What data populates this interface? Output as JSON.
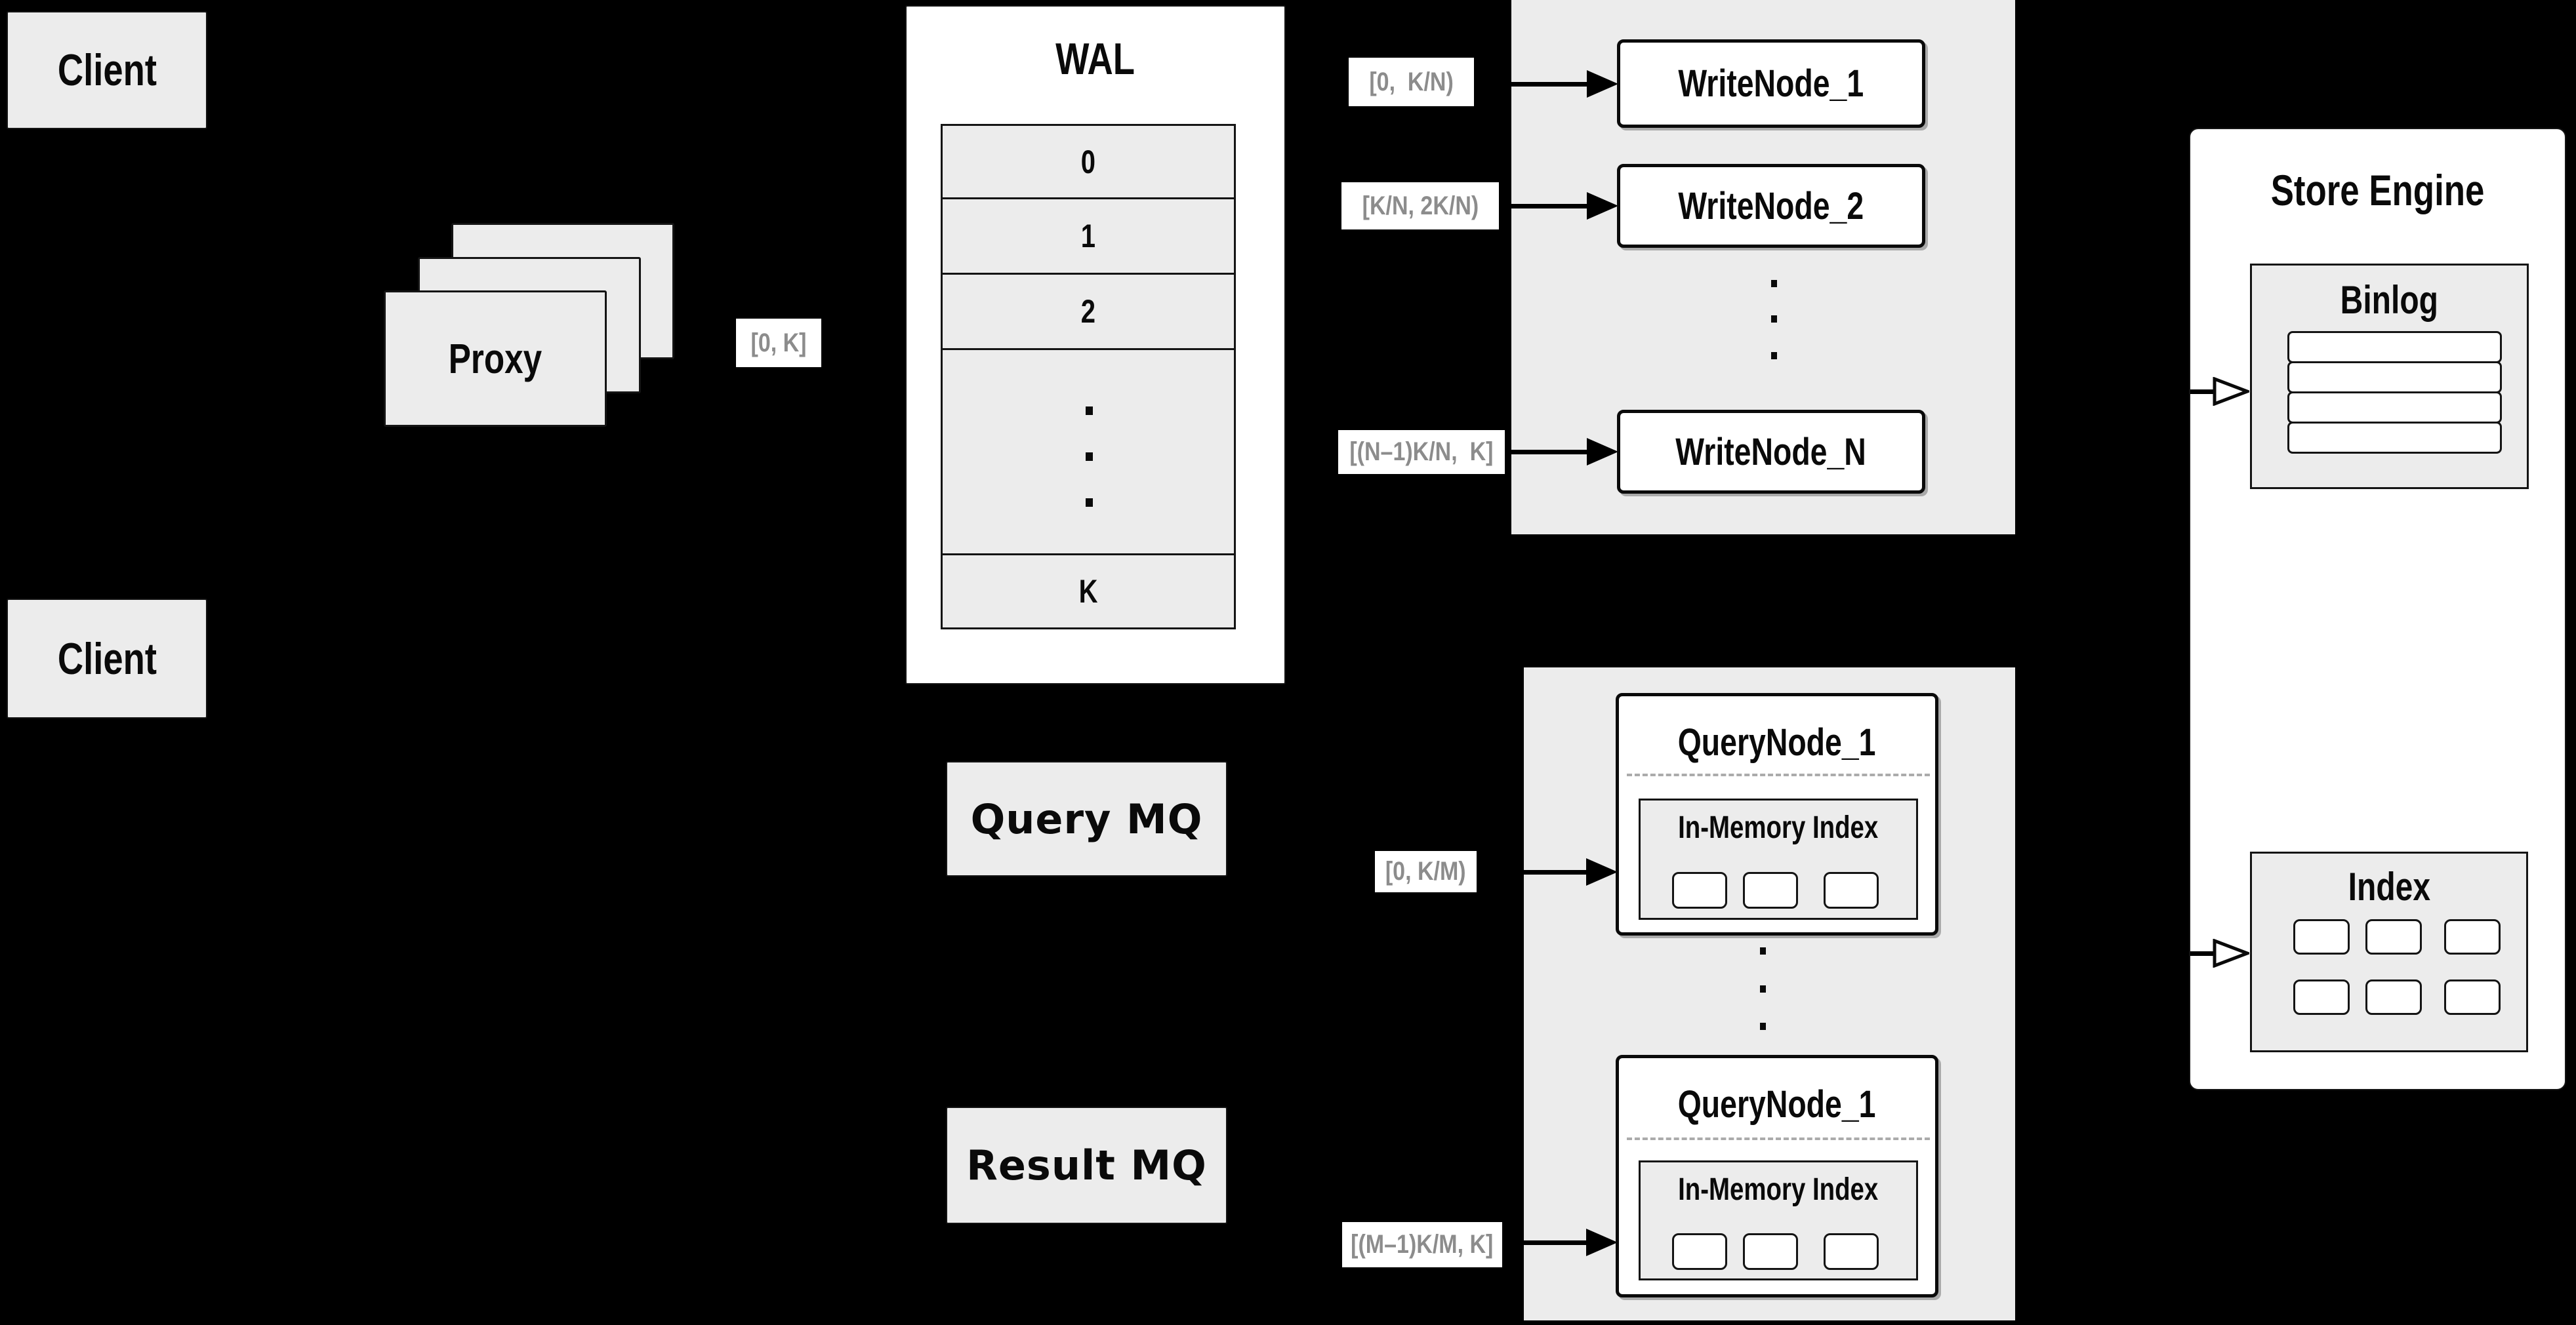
{
  "canvas": {
    "background": "#000000",
    "panel_gray": "#ececec",
    "node_white": "#ffffff",
    "border_dark": "#141414",
    "range_text_gray": "#8c8c8c"
  },
  "clients": {
    "top": "Client",
    "bottom": "Client"
  },
  "proxy": {
    "label": "Proxy",
    "range": "[0, K]"
  },
  "wal": {
    "title": "WAL",
    "rows": [
      "0",
      "1",
      "2",
      "K"
    ]
  },
  "write_cluster": {
    "nodes": [
      "WriteNode_1",
      "WriteNode_2",
      "WriteNode_N"
    ],
    "ranges": [
      "[0,  K/N)",
      "[K/N, 2K/N)",
      "[(N–1)K/N,  K]"
    ]
  },
  "store_engine": {
    "title": "Store Engine",
    "binlog": {
      "title": "Binlog"
    },
    "index": {
      "title": "Index"
    }
  },
  "mq": {
    "query": "Query MQ",
    "result": "Result MQ"
  },
  "query_cluster": {
    "nodes": [
      {
        "title": "QueryNode_1",
        "inner": "In-Memory Index"
      },
      {
        "title": "QueryNode_1",
        "inner": "In-Memory Index"
      }
    ],
    "ranges": [
      "[0, K/M)",
      "[(M–1)K/M, K]"
    ]
  }
}
